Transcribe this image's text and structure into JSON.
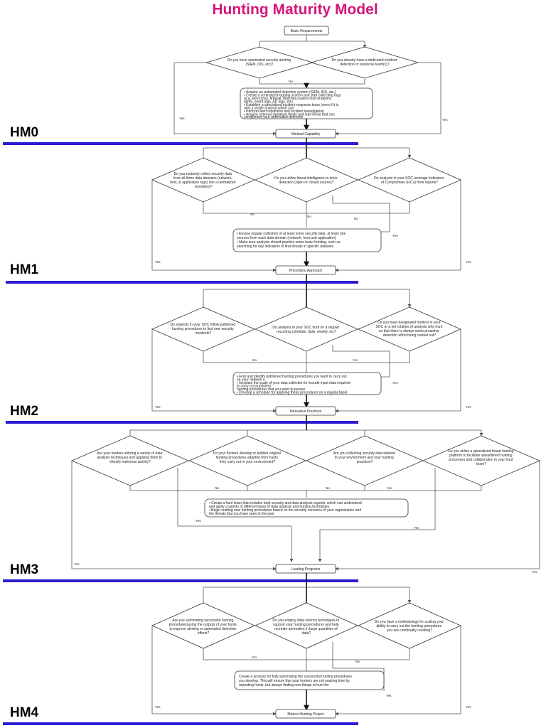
{
  "title": "Hunting Maturity Model",
  "colors": {
    "title": "#d4147a",
    "level_bar": "#2b1bd1"
  },
  "levels": [
    {
      "label": "HM0",
      "start_box": "Basic Requirements",
      "questions": [
        [
          "Do you have automated security alerting",
          "(SIEM, IDS, etc)?"
        ],
        [
          "Do you already have a dedicated incident",
          "detection or response team(s)?"
        ]
      ],
      "actions": [
        "• Acquire an automated detection system (SIEM, IDS, etc.)",
        "• Create a centralized logging system and start collecting logs",
        "  (e.g. web proxy, firewall, switches,routers,host endpoint",
        "  alerts, event logs, AD logs, etc)",
        "• Establish a specialized incident response team (even if it is",
        "  only a single analyst) which can",
        "• Perform alert resolution and incident investigation",
        "• Acquire external signature feeds and intel feeds that can",
        "  compliment your automated detection"
      ],
      "end_box": "Minimal Capability",
      "labels": {
        "no": "No",
        "yes_left": "Yes",
        "yes_right": "Yes"
      }
    },
    {
      "label": "HM1",
      "questions": [
        [
          "Do you routinely collect security data",
          "from all three data domains (network,",
          "host, & application logs) into a centralized",
          "repository?"
        ],
        [
          "Do you utilize threat intelligence to drive",
          "detection (open or closed source)?"
        ],
        [
          "Do analysts in your SOC leverage Indicators",
          "of Compromise (IoCs) from reports?"
        ]
      ],
      "actions": [
        "• Ensure regular collection of at least some security data, at least one",
        "  sources from each data domain (network, host and application)",
        "• Make sure analysts should practice some basic hunting, such as",
        "  searching for key indicators to find threats in specific datasets"
      ],
      "end_box": "Procedural Approach",
      "labels": {
        "no": "No",
        "yes_left": "Yes",
        "yes_right": "Yes"
      }
    },
    {
      "label": "HM2",
      "questions": [
        [
          "Do analysts in your SOC follow published",
          "hunting procedures to find new security",
          "incidents?"
        ],
        [
          "Do analysts in your SOC hunt on a regular",
          "recurring schedule: daily, weekly, etc?"
        ],
        [
          "Do you have designated hunters in your",
          "SOC or a set rotation of analysts who hunt",
          "so that there is always some proactive",
          "detection effort being carried out?"
        ]
      ],
      "actions": [
        "• Find and identify published hunting procedures you want to carry out",
        "  on your network s",
        "• Increase the scale of your data collection to include input data required",
        "  to carry out published",
        "  hunting procedures that you want to pursue",
        "• Develop a schedule for applying these procedures on a regular basis"
      ],
      "end_box": "Innovative Practices",
      "labels": {
        "no": "No",
        "yes_left": "Yes",
        "yes_right": "Yes"
      }
    },
    {
      "label": "HM3",
      "questions": [
        [
          "Are your hunters utilizing a variety of data",
          "analysis techniques and applying them to",
          "identify malicious activity?"
        ],
        [
          "Do your hunters develop or publish original",
          "hunting procedures adapted from hunts",
          "they carry out in your environment?"
        ],
        [
          "Are you collecting security data tailored",
          "to your environment and your hunting",
          "practices?"
        ],
        [
          "Do you utilize a specialized threat hunting",
          "platform to facilitate streamlined hunting",
          "processes and collaboration in your hunt",
          "team?"
        ]
      ],
      "actions": [
        "• Create a hunt team that includes both security and data analysis experts, which can understand",
        "  and apply a variety of different types of data analysis and hunting techniques",
        "• Begin crafting new hunting procedures based on the security concerns of your organization and",
        "  the threats that you have seen in the past"
      ],
      "end_box": "Leading Programs",
      "labels": {
        "no": "No",
        "yes_left": "Yes",
        "yes_right": "Yes"
      }
    },
    {
      "label": "HM4",
      "questions": [
        [
          "Are you automating successful hunting",
          "procedures(using the outputs of your hunts",
          "to improve alerting or automated detection",
          "efforts?"
        ],
        [
          "Do you employ data science techniques to",
          "support your hunting procedures and help",
          "recreate anomalies in large quantities of",
          "data?"
        ],
        [
          "Do you have a methodology for scaling your",
          "ability to carry out the hunting procedures",
          "you are continually creating?"
        ]
      ],
      "actions": [
        "Create a process for fully automating the successful hunting procedures",
        "you develop. This will ensure that your hunters are not wasting time by",
        "repeating hunts, but always finding new things to hunt for."
      ],
      "end_box": "Mature Hunting Project",
      "labels": {
        "no": "No",
        "yes_left": "Yes",
        "yes_right": "Yes"
      }
    }
  ]
}
